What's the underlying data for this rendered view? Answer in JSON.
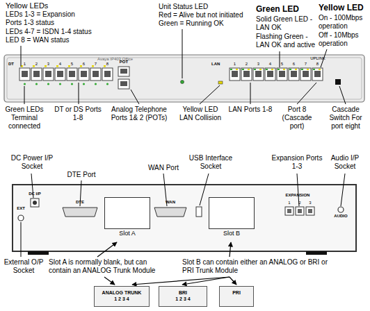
{
  "diagram": {
    "nodes": [
      {
        "text": [
          "Slot A"
        ]
      },
      {
        "text": [
          "Slot B"
        ]
      },
      {
        "text": [
          "ANALOG TRUNK",
          "1 2 3 4"
        ]
      },
      {
        "text": [
          "BRI",
          "1 2 3 4"
        ]
      },
      {
        "text": [
          "PRI"
        ]
      }
    ],
    "labels": [
      "Yellow LEDs",
      "LEDs 1-3 = Expansion Ports 1-3 status",
      "LEDs 4-7 = ISDN 1-4 status",
      "LED 8 = WAN status",
      "Unit Status LED",
      "Red = Alive but not initiated",
      "Green = Running OK",
      "Green LED",
      "Solid Green LED - LAN OK",
      "Flashing Green - LAN OK and active",
      "Yellow LED",
      "On - 100Mbps operation",
      "Off - 10Mbps operation",
      "Green LEDs Terminal connected",
      "DT or DS Ports 1-8",
      "Analog Telephone Ports 1& 2 (POTs)",
      "Yellow LED LAN Collision",
      "LAN Ports 1-8",
      "Port 8 (Cascade port)",
      "Cascade Switch For port eight",
      "DC Power I/P Socket",
      "DTE Port",
      "WAN Port",
      "USB Interface Socket",
      "Expansion Ports 1-3",
      "Audio I/P Socket",
      "External O/P Socket",
      "Slot A is normally blank, but can contain an ANALOG Trunk Module",
      "Slot B can contain either an ANALOG or BRI or PRI Trunk Module",
      "Avaya IP403 Office",
      "DT",
      "1",
      "2",
      "3",
      "4",
      "5",
      "6",
      "7",
      "8",
      "POT",
      "LAN",
      "1",
      "2",
      "3",
      "4",
      "5",
      "6",
      "7",
      "8",
      "UPLINK",
      "DTE",
      "WAN",
      "EXPANSION",
      "1",
      "2",
      "3",
      "AUDIO",
      "EXT",
      "DC I/P"
    ]
  }
}
